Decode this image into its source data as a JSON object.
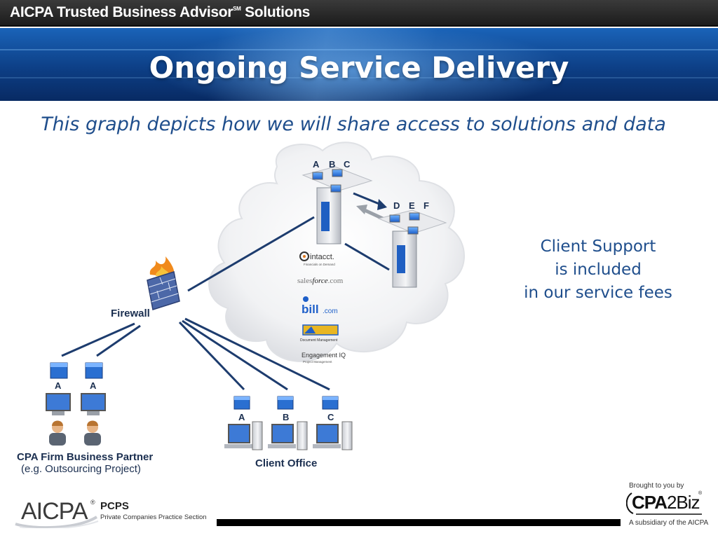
{
  "header": {
    "title": "AICPA Trusted Business Advisor",
    "tm": "SM",
    "title_suffix": " Solutions"
  },
  "slide": {
    "title": "Ongoing Service Delivery",
    "subtitle": "This graph depicts how we will share access to solutions and data",
    "support_lines": [
      "Client Support",
      "is included",
      "in our service fees"
    ]
  },
  "diagram": {
    "cloud_server_1_labels": [
      "A",
      "B",
      "C"
    ],
    "cloud_server_2_labels": [
      "D",
      "E",
      "F"
    ],
    "vendors": {
      "intacct": "intacct.",
      "intacct_sub": "Financials on Demand",
      "salesforce_pre": "sales",
      "salesforce_mid": "force",
      "salesforce_post": ".com",
      "bill": "bill",
      "bill_post": ".com",
      "smartvault_sub": "Document Management",
      "engagement": "Engagement IQ",
      "engagement_sub": "Project Management"
    },
    "firewall_label": "Firewall",
    "cpa_labels": [
      "A",
      "A"
    ],
    "cpa_caption_1": "CPA Firm Business Partner",
    "cpa_caption_2": "(e.g. Outsourcing Project)",
    "client_labels": [
      "A",
      "B",
      "C"
    ],
    "client_caption": "Client Office"
  },
  "footer": {
    "aicpa": "AICPA",
    "reg": "®",
    "pcps_title": "PCPS",
    "pcps_sub": "Private Companies Practice Section",
    "brought": "Brought to you by",
    "cpa": "CPA",
    "biz": "2Biz",
    "cpa_reg": "®",
    "subsidiary": "A subsidiary of the AICPA"
  },
  "colors": {
    "accent_blue": "#1f4e8c",
    "banner_blue": "#0d3f86",
    "topbar": "#2a2a2a"
  }
}
